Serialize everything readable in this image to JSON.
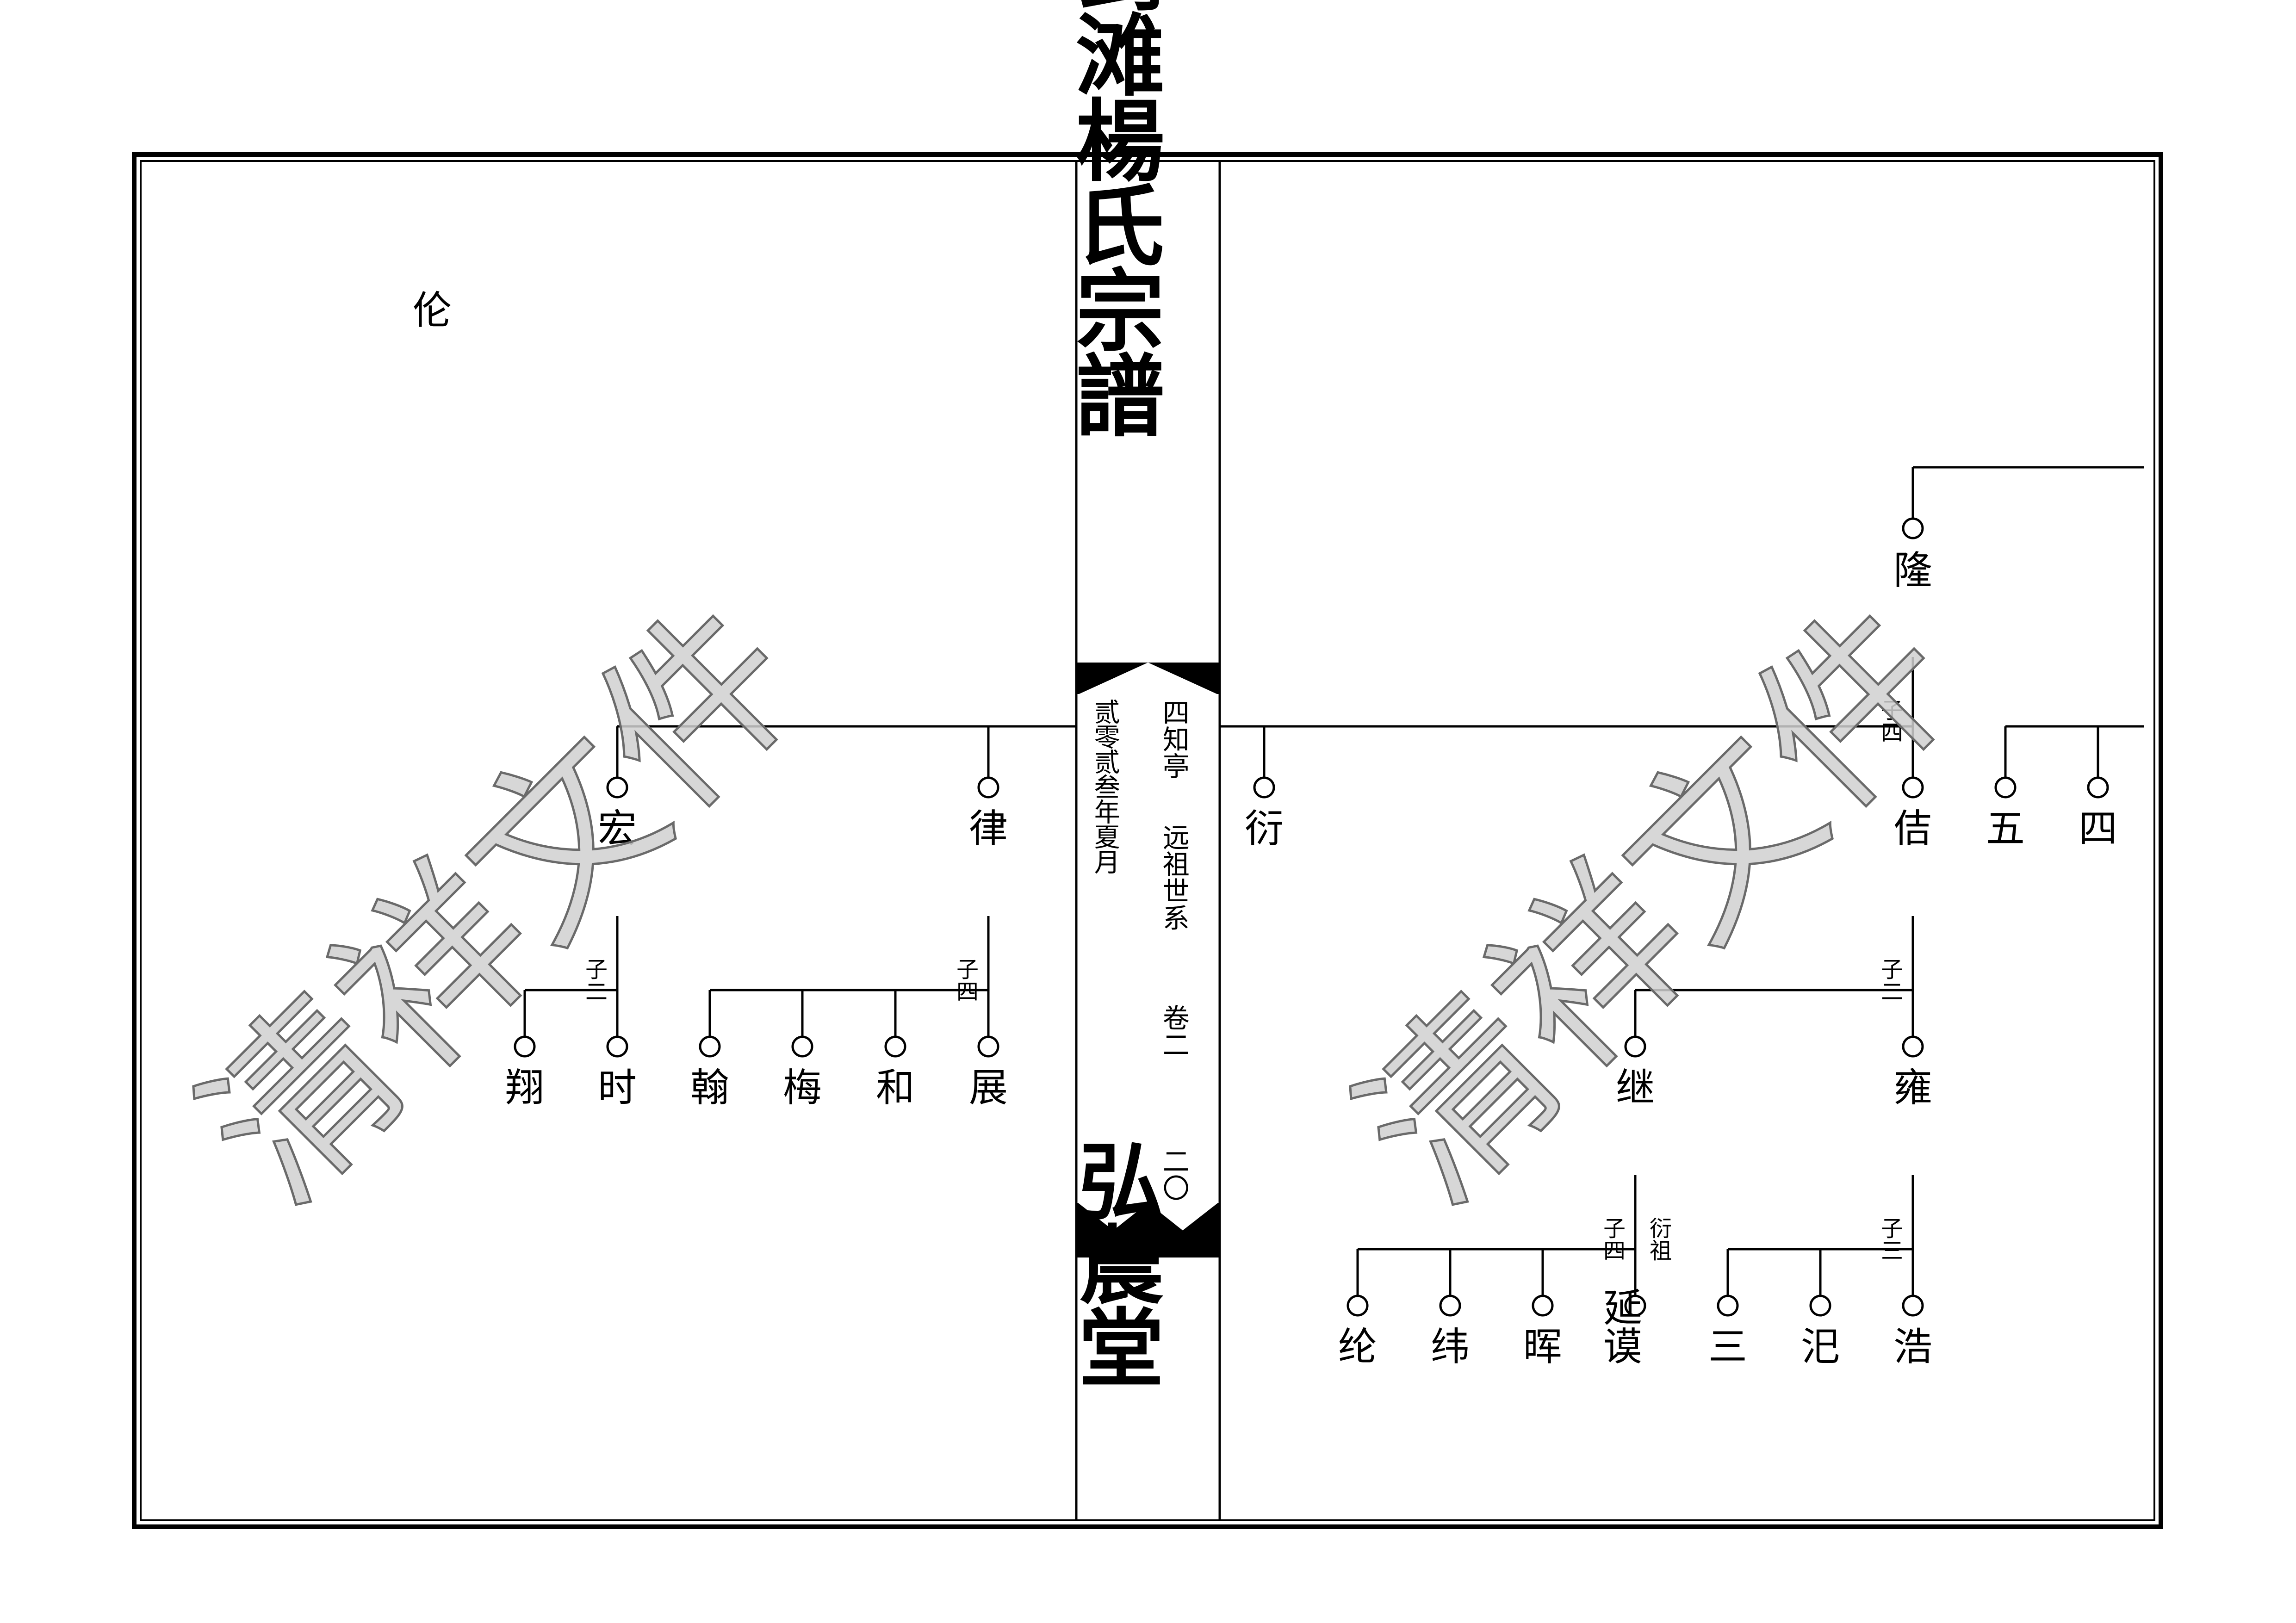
{
  "spine": {
    "title": "剑滩楊氏宗譜",
    "hall": "弘農堂",
    "branch": "四知亭",
    "section": "远祖世系",
    "volume": "卷二",
    "page": "二〇",
    "date": "贰零贰叁年夏月"
  },
  "watermark": "清祥文件",
  "left_page": {
    "name_lun": "伦",
    "name_hong": "宏",
    "name_lv": "律",
    "count_hong": "子二",
    "count_lv": "子四",
    "children_hong": [
      "翔",
      "时"
    ],
    "children_lv": [
      "翰",
      "梅",
      "和",
      "展"
    ]
  },
  "right_page": {
    "name_yan": "衍",
    "name_long": "隆",
    "name_ji": "佶",
    "name_wu": "五",
    "name_si": "四",
    "count_ji": "子四",
    "name_ji2": "继",
    "name_yong": "雍",
    "count_yong": "子二",
    "count_ji2": "子四",
    "note_ji2": "衍祖",
    "children_ji2": [
      "纶",
      "纬",
      "晖",
      "延谟"
    ],
    "count_yong2": "子三",
    "children_yong": [
      "三",
      "汜",
      "浩"
    ]
  }
}
